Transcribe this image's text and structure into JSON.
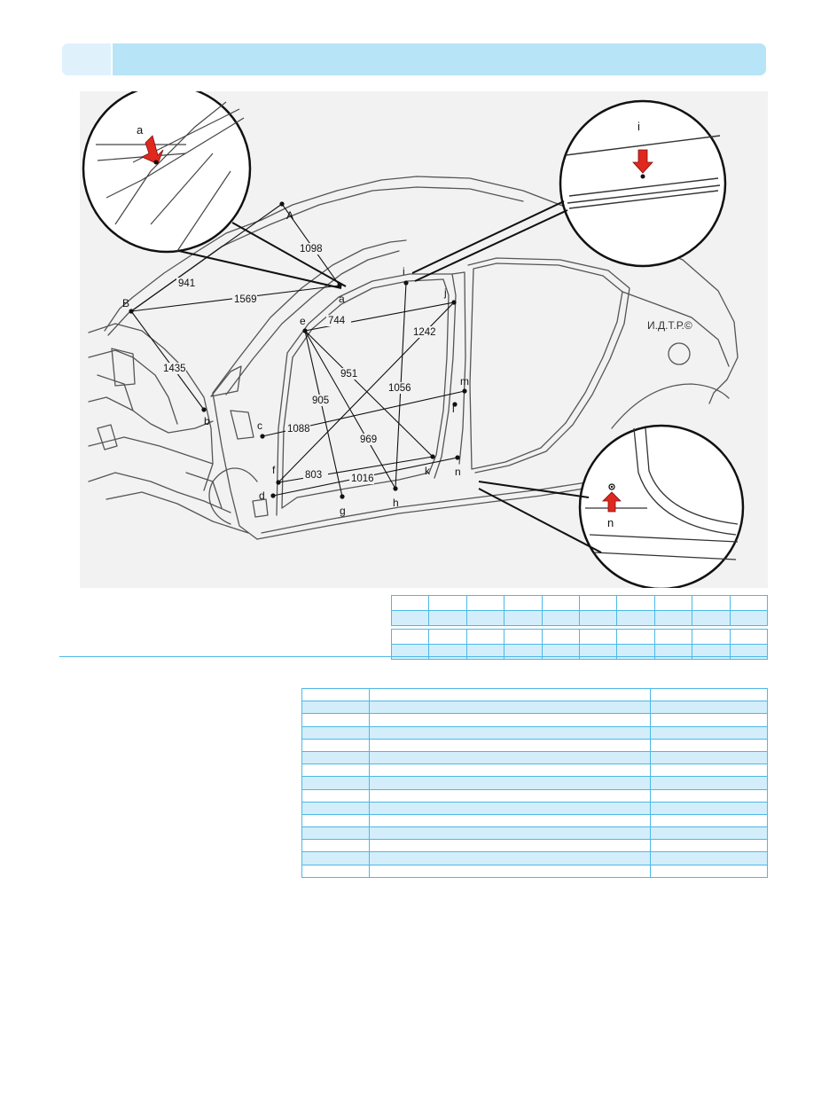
{
  "diagram": {
    "callouts": {
      "top_left": {
        "letter": "a"
      },
      "top_right": {
        "letter": "i"
      },
      "bottom_right": {
        "letter": "n"
      }
    },
    "watermark": "И.Д.Т.Р.©",
    "points": [
      {
        "id": "A",
        "label": "A"
      },
      {
        "id": "B",
        "label": "B"
      },
      {
        "id": "a",
        "label": "a"
      },
      {
        "id": "b",
        "label": "b"
      },
      {
        "id": "c",
        "label": "c"
      },
      {
        "id": "d",
        "label": "d"
      },
      {
        "id": "e",
        "label": "e"
      },
      {
        "id": "f",
        "label": "f"
      },
      {
        "id": "g",
        "label": "g"
      },
      {
        "id": "h",
        "label": "h"
      },
      {
        "id": "i",
        "label": "i"
      },
      {
        "id": "j",
        "label": "j"
      },
      {
        "id": "k",
        "label": "k"
      },
      {
        "id": "l",
        "label": "l"
      },
      {
        "id": "m",
        "label": "m"
      },
      {
        "id": "n",
        "label": "n"
      }
    ],
    "dimensions": [
      {
        "from": "A",
        "to": "a",
        "value": "1098"
      },
      {
        "from": "A",
        "to": "B",
        "value": "941"
      },
      {
        "from": "B",
        "to": "a",
        "value": "1569"
      },
      {
        "from": "B",
        "to": "b",
        "value": "1435"
      },
      {
        "from": "e",
        "to": "j",
        "value": "744"
      },
      {
        "from": "j",
        "to": "f",
        "value": "1242"
      },
      {
        "from": "e",
        "to": "k",
        "value": "951"
      },
      {
        "from": "e",
        "to": "g",
        "value": "905"
      },
      {
        "from": "i",
        "to": "h",
        "value": "1056"
      },
      {
        "from": "e",
        "to": "h",
        "value": "969"
      },
      {
        "from": "c",
        "to": "m",
        "value": "1088"
      },
      {
        "from": "f",
        "to": "k",
        "value": "803"
      },
      {
        "from": "d",
        "to": "n",
        "value": "1016"
      }
    ]
  },
  "colors": {
    "header": "#b8e4f8",
    "accent": "#4db8e6",
    "row_tint": "#d3eefa",
    "arrow": "#e0281e"
  }
}
